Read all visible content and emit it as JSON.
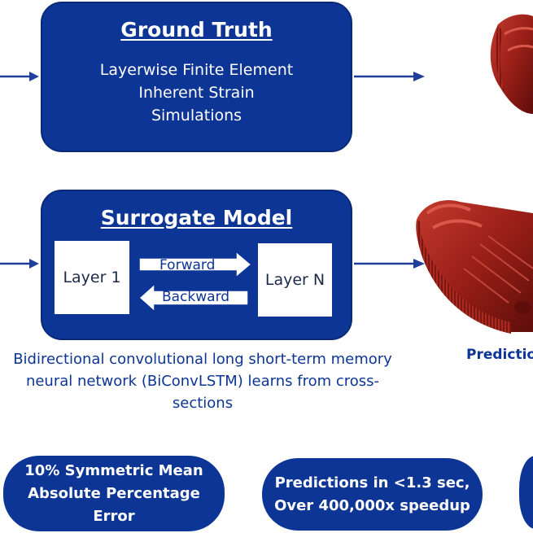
{
  "ground_truth": {
    "title": "Ground Truth",
    "lines": [
      "Layerwise Finite Element",
      "Inherent Strain",
      "Simulations"
    ]
  },
  "surrogate": {
    "title": "Surrogate Model",
    "layer_first": "Layer 1",
    "layer_last": "Layer N",
    "forward_label": "Forward",
    "backward_label": "Backward"
  },
  "caption": {
    "lines": [
      "Bidirectional convolutional long short-term memory",
      "neural network (BiConvLSTM) learns from cross-",
      "sections"
    ]
  },
  "prediction_label": "Predictio",
  "stats": [
    {
      "lines": [
        "10% Symmetric Mean",
        "Absolute Percentage",
        "Error"
      ]
    },
    {
      "lines": [
        "Predictions in <1.3 sec,",
        "Over 400,000x speedup"
      ]
    }
  ],
  "colors": {
    "primary": "#0d3595",
    "part": "#8e1a16"
  }
}
